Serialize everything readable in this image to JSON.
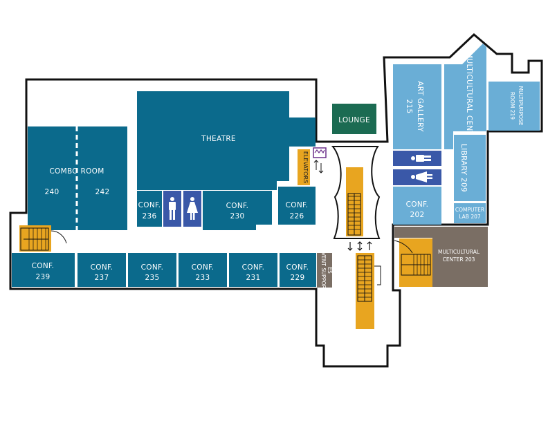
{
  "colors": {
    "teal": "#0b6a8c",
    "light_blue": "#6aaed6",
    "green": "#1b6b52",
    "gray": "#7a6e64",
    "stairs": "#e8a520",
    "restroom": "#3a58a8",
    "elevator_accent": "#6a2f8a",
    "outline": "#111111"
  },
  "rooms": {
    "combo_room": "COMBO ROOM",
    "room_240": "240",
    "room_242": "242",
    "theatre": "THEATRE",
    "lounge": "LOUNGE",
    "conf_236_a": "CONF.",
    "conf_236_b": "236",
    "conf_230_a": "CONF.",
    "conf_230_b": "230",
    "conf_226_a": "CONF.",
    "conf_226_b": "226",
    "conf_239_a": "CONF.",
    "conf_239_b": "239",
    "conf_237_a": "CONF.",
    "conf_237_b": "237",
    "conf_235_a": "CONF.",
    "conf_235_b": "235",
    "conf_233_a": "CONF.",
    "conf_233_b": "233",
    "conf_231_a": "CONF.",
    "conf_231_b": "231",
    "conf_229_a": "CONF.",
    "conf_229_b": "229",
    "elevators": "ELEVATORS",
    "event_support_a": "EVENT SUPPORT",
    "event_support_b": "ES",
    "art_gallery_a": "ART GALLERY",
    "art_gallery_b": "215",
    "multicultural_center": "MULTICULTURAL CENTER",
    "multipurpose_a": "MULTIPURPOSE",
    "multipurpose_b": "ROOM 219",
    "library": "LIBRARY 209",
    "conf_202_a": "CONF.",
    "conf_202_b": "202",
    "computer_lab_a": "COMPUTER",
    "computer_lab_b": "LAB 207",
    "mc203_a": "MULTICULTURAL",
    "mc203_b": "CENTER 203"
  },
  "icons": [
    "restroom-men-icon",
    "restroom-women-icon",
    "elevator-icon",
    "stairs-icon",
    "escalator-icon",
    "arrow-icon"
  ]
}
